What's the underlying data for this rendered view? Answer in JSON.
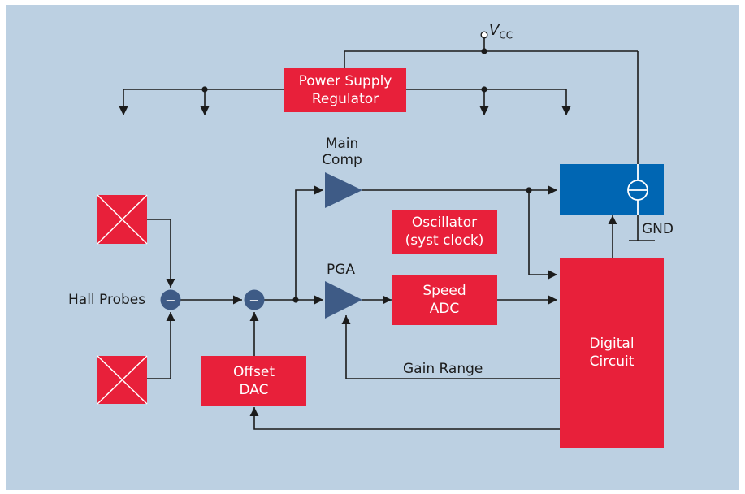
{
  "diagram": {
    "vcc": {
      "symbol": "V",
      "subscript": "CC"
    },
    "gnd_label": "GND",
    "power_supply": {
      "line1": "Power Supply",
      "line2": "Regulator"
    },
    "main_comp": {
      "line1": "Main",
      "line2": "Comp"
    },
    "oscillator": {
      "line1": "Oscillator",
      "line2": "(syst clock)"
    },
    "pga_label": "PGA",
    "speed_adc": {
      "line1": "Speed",
      "line2": "ADC"
    },
    "digital_circuit": {
      "line1": "Digital",
      "line2": "Circuit"
    },
    "offset_dac": {
      "line1": "Offset",
      "line2": "DAC"
    },
    "hall_probes_label": "Hall Probes",
    "gain_range_label": "Gain Range",
    "summing_sign": "−"
  },
  "colors": {
    "background": "#bcd0e2",
    "block_red": "#e8203a",
    "output_block_blue": "#0066b3",
    "node_blue": "#3e5b86",
    "wire": "#1b1b1b"
  }
}
